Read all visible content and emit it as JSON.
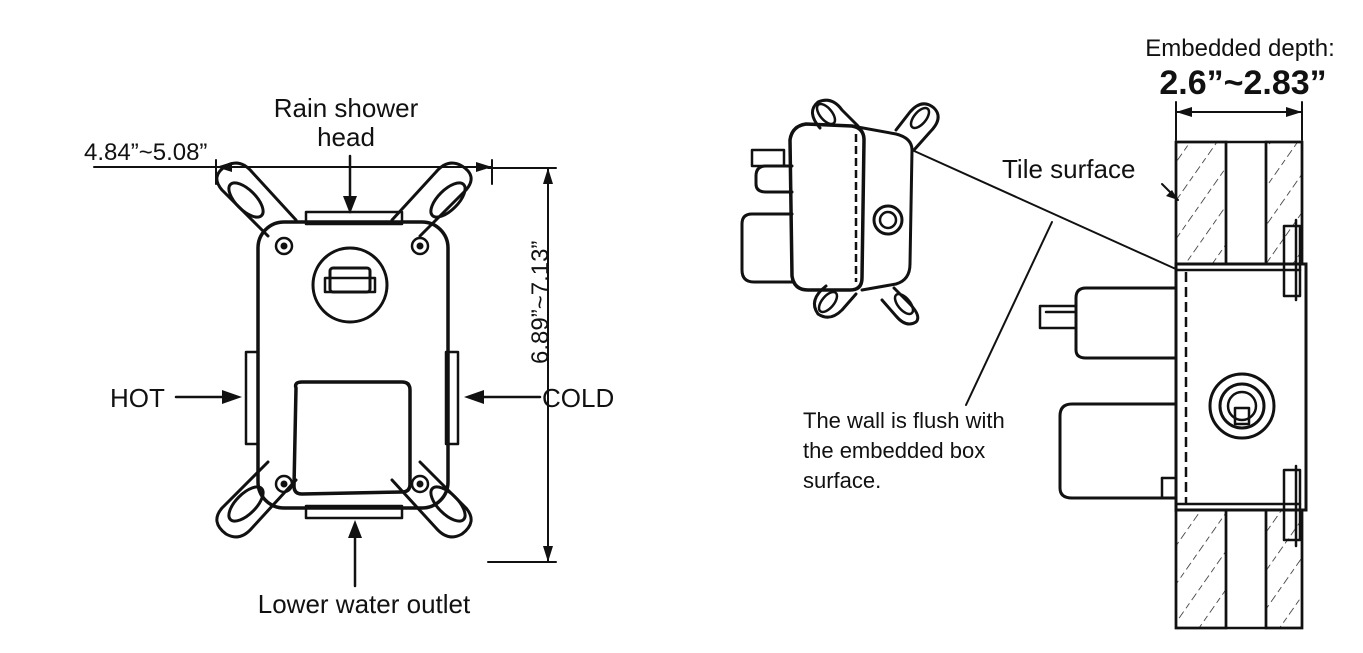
{
  "front_view": {
    "labels": {
      "rain_shower_head_line1": "Rain shower",
      "rain_shower_head_line2": "head",
      "width_dimension": "4.84”~5.08”",
      "height_dimension": "6.89”~7.13”",
      "hot": "HOT",
      "cold": "COLD",
      "lower_water_outlet": "Lower water outlet"
    }
  },
  "side_view": {
    "labels": {
      "embedded_depth_title": "Embedded depth:",
      "embedded_depth_value": "2.6”~2.83”",
      "tile_surface": "Tile surface",
      "wall_note_line1": "The wall is flush with",
      "wall_note_line2": "the embedded box",
      "wall_note_line3": "surface."
    }
  },
  "colors": {
    "line": "#111111",
    "background": "#ffffff"
  }
}
